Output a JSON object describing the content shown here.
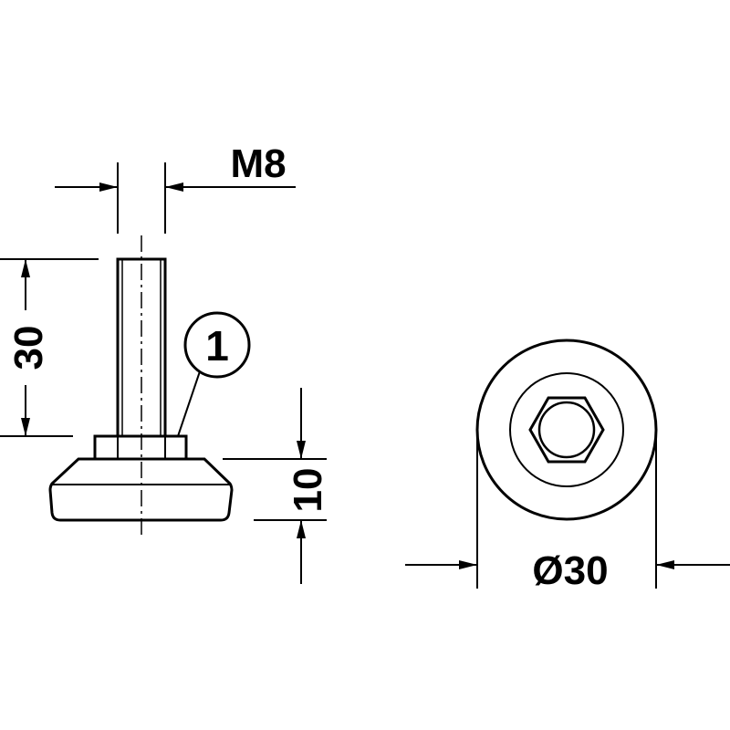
{
  "drawing": {
    "thread_label": "M8",
    "thread_height_label": "30",
    "callout_number": "1",
    "base_height_label": "10",
    "diameter_label": "Ø30"
  },
  "colors": {
    "line": "#000000",
    "background": "#ffffff"
  }
}
